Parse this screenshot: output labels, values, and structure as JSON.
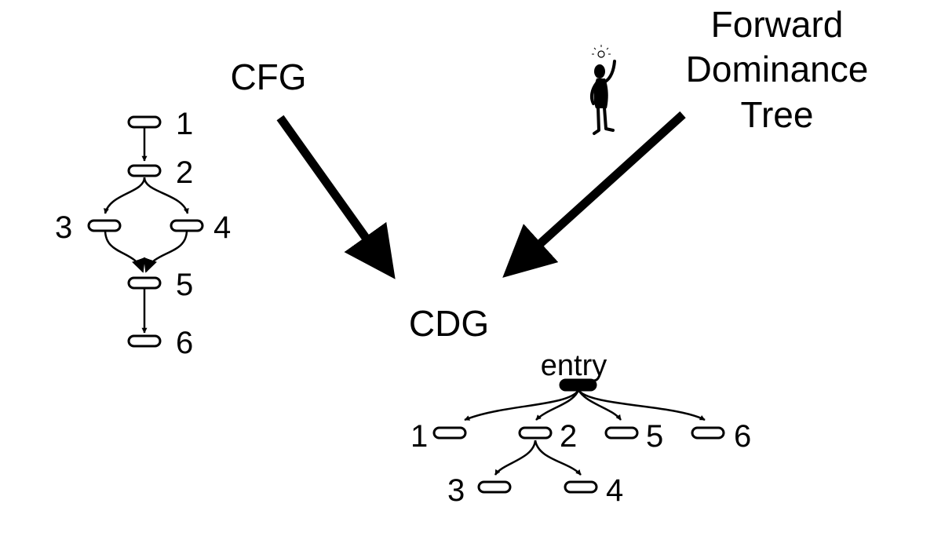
{
  "labels": {
    "cfg": "CFG",
    "fdt_line1": "Forward",
    "fdt_line2": "Dominance",
    "fdt_line3": "Tree",
    "cdg": "CDG",
    "entry": "entry"
  },
  "cfg_nodes": [
    "1",
    "2",
    "3",
    "4",
    "5",
    "6"
  ],
  "cdg_nodes": [
    "1",
    "2",
    "5",
    "6",
    "3",
    "4"
  ],
  "cfg_edges": [
    [
      "1",
      "2"
    ],
    [
      "2",
      "3"
    ],
    [
      "2",
      "4"
    ],
    [
      "3",
      "5"
    ],
    [
      "4",
      "5"
    ],
    [
      "5",
      "6"
    ]
  ],
  "cdg_edges": [
    [
      "entry",
      "1"
    ],
    [
      "entry",
      "2"
    ],
    [
      "entry",
      "5"
    ],
    [
      "entry",
      "6"
    ],
    [
      "2",
      "3"
    ],
    [
      "2",
      "4"
    ]
  ],
  "icons": {
    "thinker": "thinking-person-icon",
    "idea": "lightbulb-icon"
  }
}
